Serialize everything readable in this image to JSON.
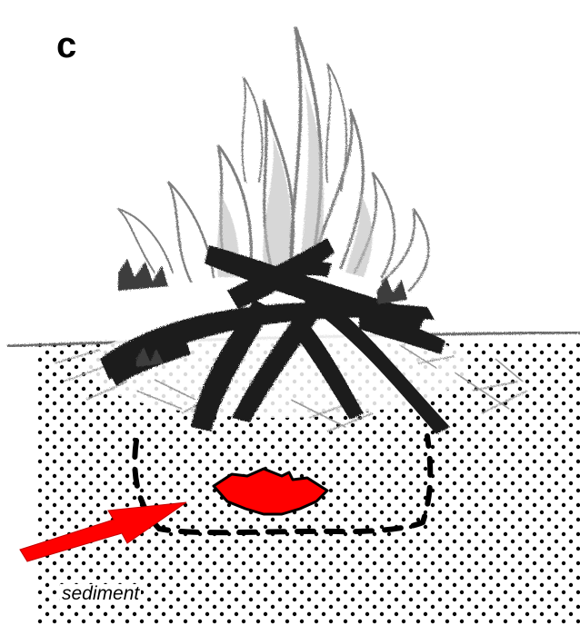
{
  "panel_letter": "c",
  "labels": {
    "sediment": "sediment"
  },
  "colors": {
    "background": "#ffffff",
    "ink": "#111111",
    "charcoal": "#1c1c1c",
    "flame_gray": "#8a8a8a",
    "highlight_red": "#ff0000",
    "sediment_dots": "#000000"
  },
  "icons": {
    "fire": "campfire-illustration",
    "arrow": "red-pointer-arrow"
  }
}
